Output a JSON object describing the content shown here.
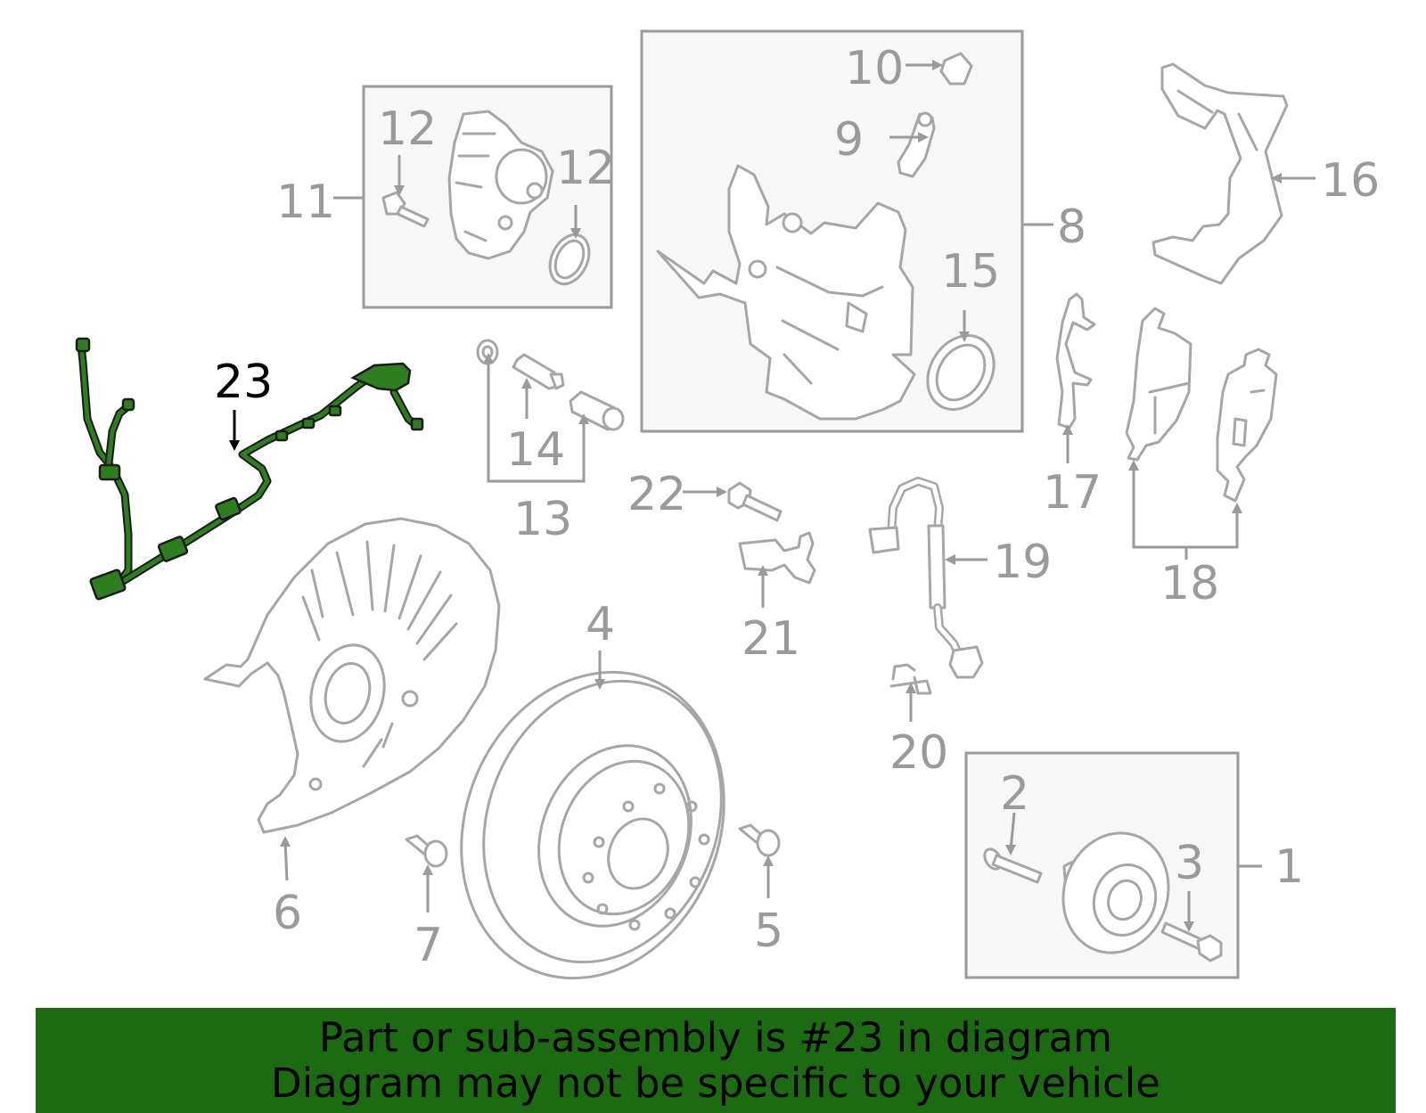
{
  "highlight_color": "#2e7d1e",
  "banner_color": "#1c6b12",
  "callouts": {
    "c1": "1",
    "c2": "2",
    "c3": "3",
    "c4": "4",
    "c5": "5",
    "c6": "6",
    "c7": "7",
    "c8": "8",
    "c9": "9",
    "c10": "10",
    "c11": "11",
    "c12a": "12",
    "c12b": "12",
    "c13": "13",
    "c14": "14",
    "c15": "15",
    "c16": "16",
    "c17": "17",
    "c18": "18",
    "c19": "19",
    "c20": "20",
    "c21": "21",
    "c22": "22",
    "c23": "23"
  },
  "highlighted_part": "23",
  "banner": {
    "line1": "Part or sub-assembly is #23 in diagram",
    "line2": "Diagram may not be specific to your vehicle"
  }
}
